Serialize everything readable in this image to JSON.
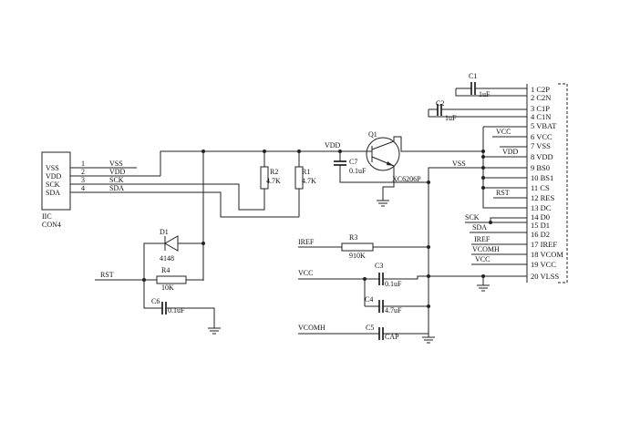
{
  "connector_j1": {
    "pins": [
      "VSS",
      "VDD",
      "SCK",
      "SDA"
    ],
    "pin_numbers": [
      "1",
      "2",
      "3",
      "4"
    ],
    "nets": [
      "VSS",
      "VDD",
      "SCK",
      "SDA"
    ],
    "label_top": "IIC",
    "label_bottom": "CON4"
  },
  "components": {
    "r1": {
      "ref": "R1",
      "value": "4.7K"
    },
    "r2": {
      "ref": "R2",
      "value": "4.7K"
    },
    "r3": {
      "ref": "R3",
      "value": "910K"
    },
    "r4": {
      "ref": "R4",
      "value": "10K"
    },
    "c1": {
      "ref": "C1",
      "value": "1uF"
    },
    "c2": {
      "ref": "C2",
      "value": "1uF"
    },
    "c3": {
      "ref": "C3",
      "value": "0.1uF"
    },
    "c4": {
      "ref": "C4",
      "value": "4.7uF"
    },
    "c5": {
      "ref": "C5",
      "value": "CAP"
    },
    "c6": {
      "ref": "C6",
      "value": "0.1uF"
    },
    "c7": {
      "ref": "C7",
      "value": "0.1uF"
    },
    "d1": {
      "ref": "D1",
      "value": "4148"
    },
    "q1": {
      "ref": "Q1",
      "value": "XC6206P"
    }
  },
  "nets": {
    "vdd": "VDD",
    "vss": "VSS",
    "rst": "RST",
    "iref": "IREF",
    "vcc": "VCC",
    "vcomh": "VCOMH",
    "sck": "SCK",
    "sda": "SDA"
  },
  "oled_connector": {
    "pins": [
      "1 C2P",
      "2 C2N",
      "3 C1P",
      "4 C1N",
      "5 VBAT",
      "6 VCC",
      "7 VSS",
      "8 VDD",
      "9 BS0",
      "10 BS1",
      "11 CS",
      "12 RES",
      "13 DC",
      "14 D0",
      "15 D1",
      "16 D2",
      "17 IREF",
      "18 VCOM",
      "19 VCC",
      "20 VLSS"
    ]
  },
  "oled_net_labels": {
    "vcc": "VCC",
    "vdd": "VDD",
    "rst": "RST",
    "sck": "SCK",
    "sda": "SDA",
    "iref": "IREF",
    "vcomh": "VCOMH",
    "vcc2": "VCC"
  },
  "colors": {
    "wire": "#222222",
    "background": "#ffffff",
    "text": "#111111"
  }
}
